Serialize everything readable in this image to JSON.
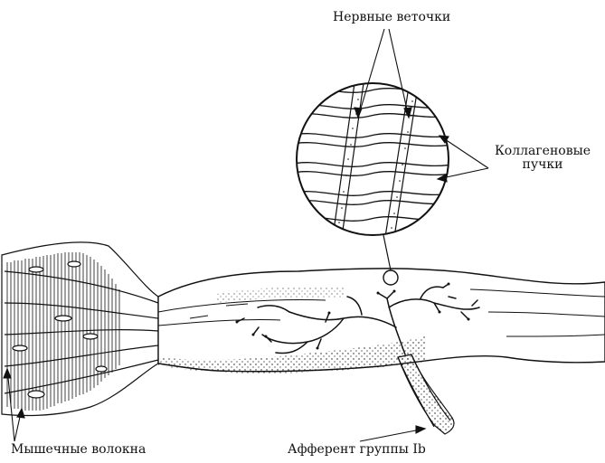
{
  "labels": {
    "nerve_twigs": "Нервные веточки",
    "collagen_line1": "Коллагеновые",
    "collagen_line2": "пучки",
    "muscle_fibers": "Мышечные волокна",
    "afferent": "Афферент группы Ib"
  },
  "colors": {
    "ink": "#111111",
    "background": "#ffffff"
  }
}
